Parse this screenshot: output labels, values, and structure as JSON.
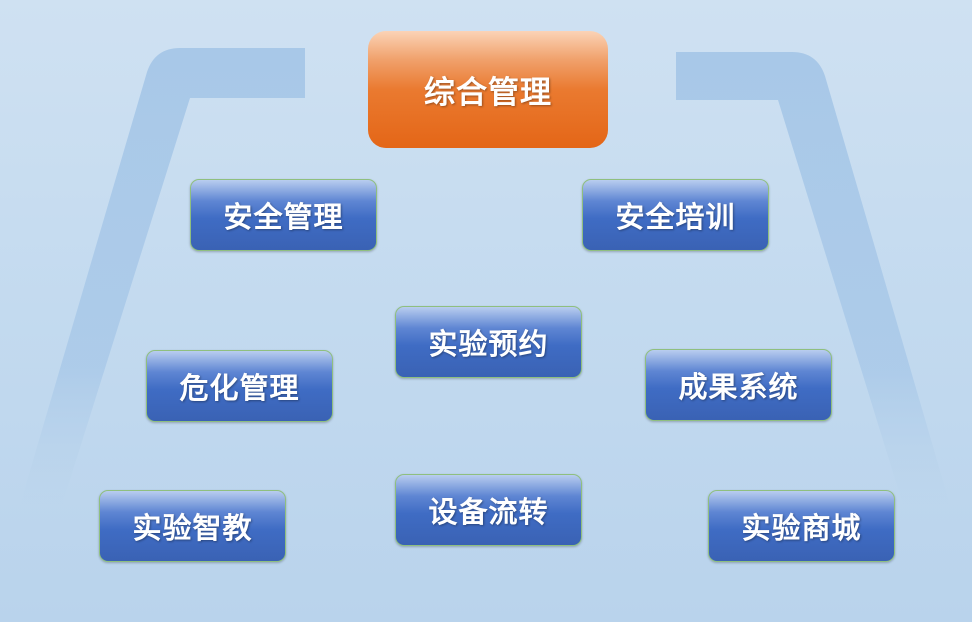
{
  "top": {
    "label": "综合管理",
    "color": "#e86c1e"
  },
  "modules": [
    {
      "label": "安全管理"
    },
    {
      "label": "安全培训"
    },
    {
      "label": "实验预约"
    },
    {
      "label": "危化管理"
    },
    {
      "label": "成果系统"
    },
    {
      "label": "实验智教"
    },
    {
      "label": "设备流转"
    },
    {
      "label": "实验商城"
    }
  ],
  "colors": {
    "module": "#3f6cc4",
    "bracket": "#a9c9e8"
  }
}
